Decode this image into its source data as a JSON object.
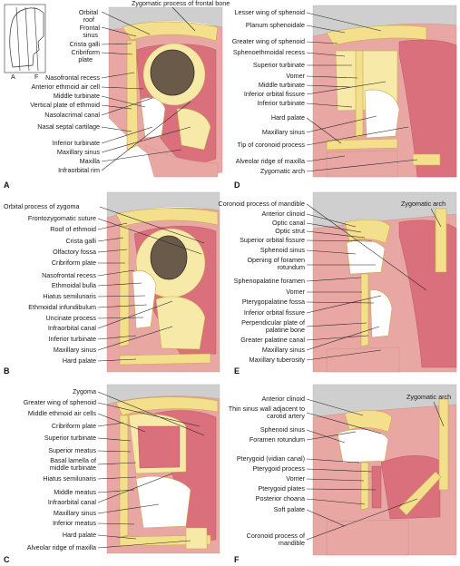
{
  "panels": [
    {
      "letter": "A",
      "labels": [
        "Zygomatic process of frontal bone",
        "Orbital roof",
        "Frontal sinus",
        "Crista galli",
        "Cribriform plate",
        "Nasofrontal recess",
        "Anterior ethmoid air cell",
        "Middle turbinate",
        "Vertical plate of ethmoid",
        "Nasolacrimal canal",
        "Nasal septal cartilage",
        "Inferior turbinate",
        "Maxillary sinus",
        "Maxilla",
        "Infraorbital rim"
      ],
      "inset_letters": [
        "A",
        "F"
      ]
    },
    {
      "letter": "B",
      "labels": [
        "Orbital process of zygoma",
        "Frontozygomatic suture",
        "Roof of ethmoid",
        "Crista galli",
        "Olfactory fossa",
        "Cribriform plate",
        "Nasofrontal recess",
        "Ethmoidal bulla",
        "Hiatus semilunaris",
        "Ethmoidal infundibulum",
        "Uncinate process",
        "Infraorbital canal",
        "Inferior turbinate",
        "Maxillary sinus",
        "Hard palate"
      ]
    },
    {
      "letter": "C",
      "labels": [
        "Zygoma",
        "Greater wing of sphenoid",
        "Middle ethmoid air cells",
        "Cribriform plate",
        "Superior turbinate",
        "Superior meatus",
        "Basal lamella of middle turbinate",
        "Hiatus semilunaris",
        "Middle meatus",
        "Infraorbital canal",
        "Maxillary sinus",
        "Inferior meatus",
        "Hard palate",
        "Alveolar ridge of maxilla"
      ]
    },
    {
      "letter": "D",
      "labels": [
        "Lesser wing of sphenoid",
        "Planum sphenoidale",
        "Greater wing of sphenoid",
        "Sphenoethmoidal recess",
        "Superior turbinate",
        "Vomer",
        "Middle turbinate",
        "Inferior orbital fissure",
        "Inferior turbinate",
        "Hard palate",
        "Maxillary sinus",
        "Tip of coronoid process",
        "Alveolar ridge of maxilla",
        "Zygomatic arch"
      ]
    },
    {
      "letter": "E",
      "labels": [
        "Coronoid process of mandible",
        "Zygomatic arch",
        "Anterior clinoid",
        "Optic canal",
        "Optic strut",
        "Superior orbital fissure",
        "Sphenoid sinus",
        "Opening of foramen rotundum",
        "Sphenopalatine foramen",
        "Vomer",
        "Pterygopalatine fossa",
        "Inferior orbital fissure",
        "Perpendicular plate of palatine bone",
        "Greater palatine canal",
        "Maxillary sinus",
        "Maxillary tuberosity"
      ]
    },
    {
      "letter": "F",
      "labels": [
        "Anterior clinoid",
        "Zygomatic arch",
        "Thin sinus wall adjacent to carotid artery",
        "Sphenoid sinus",
        "Foramen rotundum",
        "Pterygoid (vidian canal)",
        "Pterygoid process",
        "Vomer",
        "Pterygoid plates",
        "Posterior choana",
        "Soft palate",
        "Coronoid process of mandible"
      ]
    }
  ]
}
